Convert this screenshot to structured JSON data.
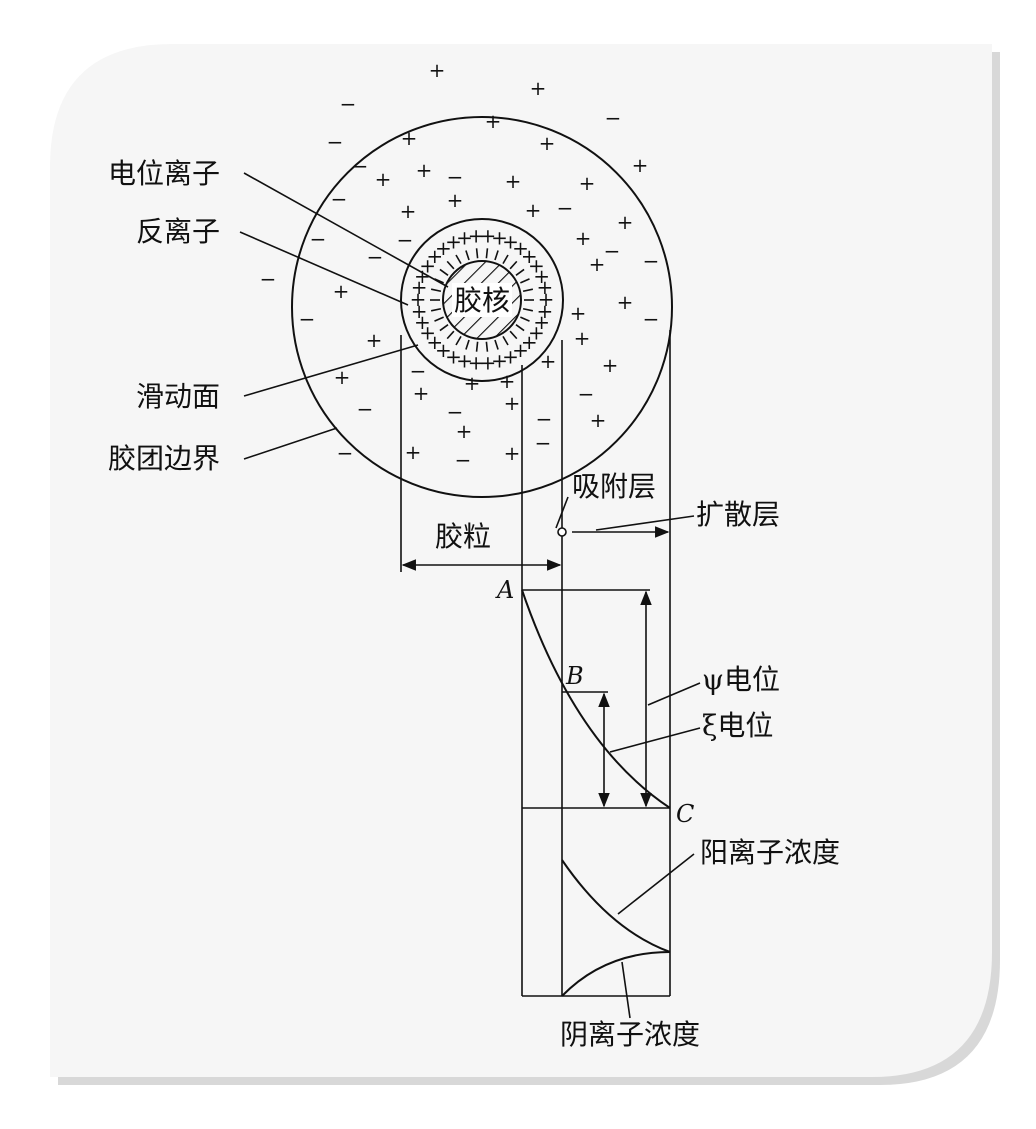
{
  "labels": {
    "potential_ions": "电位离子",
    "counter_ions": "反离子",
    "slip_plane": "滑动面",
    "micelle_boundary": "胶团边界",
    "colloid_core": "胶核",
    "adsorption_layer": "吸附层",
    "diffusion_layer": "扩散层",
    "colloid_particle": "胶粒",
    "psi_potential": "ψ电位",
    "xi_potential": "ξ电位",
    "cation_concentration": "阳离子浓度",
    "anion_concentration": "阴离子浓度",
    "point_a": "A",
    "point_b": "B",
    "point_c": "C"
  },
  "colors": {
    "ink": "#111111",
    "background": "#ffffff",
    "frame_fill": "#f6f6f6",
    "frame_shadow": "#d8d8d8"
  }
}
